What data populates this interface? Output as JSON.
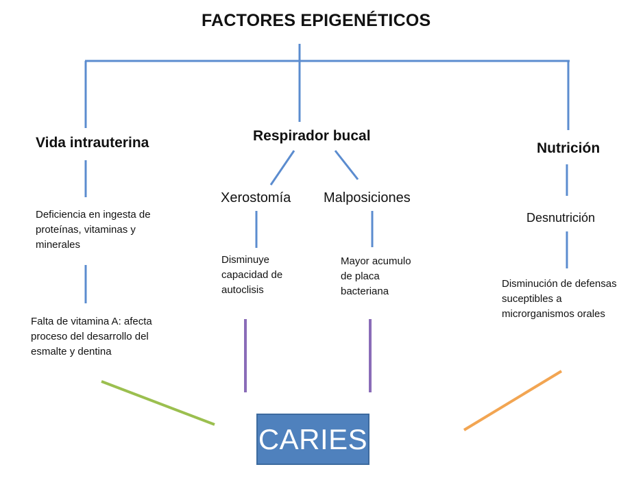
{
  "title": "FACTORES EPIGENÉTICOS",
  "branches": {
    "vida": {
      "label": "Vida intrauterina",
      "item1": [
        "Deficiencia en ingesta de",
        "proteínas, vitaminas y",
        "minerales"
      ],
      "item2": [
        "Falta de vitamina A: afecta",
        "proceso del desarrollo del",
        "esmalte y dentina"
      ]
    },
    "respirador": {
      "label": "Respirador bucal",
      "xerostomia": {
        "label": "Xerostomía",
        "effect": [
          "Disminuye",
          "capacidad de",
          "autoclisis"
        ]
      },
      "malposiciones": {
        "label": "Malposiciones",
        "effect": [
          "Mayor acumulo",
          "de placa",
          "bacteriana"
        ]
      }
    },
    "nutricion": {
      "label": "Nutrición",
      "item1": "Desnutrición",
      "item2": [
        "Disminución de defensas",
        "suceptibles a",
        "microrganismos orales"
      ]
    }
  },
  "outcome": "CARIES",
  "colors": {
    "tree_line": "#5b8ccf",
    "purple_line": "#8a6cb8",
    "green_line": "#9bbf4f",
    "orange_line": "#f2a552",
    "caries_box": "#4f81bd"
  }
}
